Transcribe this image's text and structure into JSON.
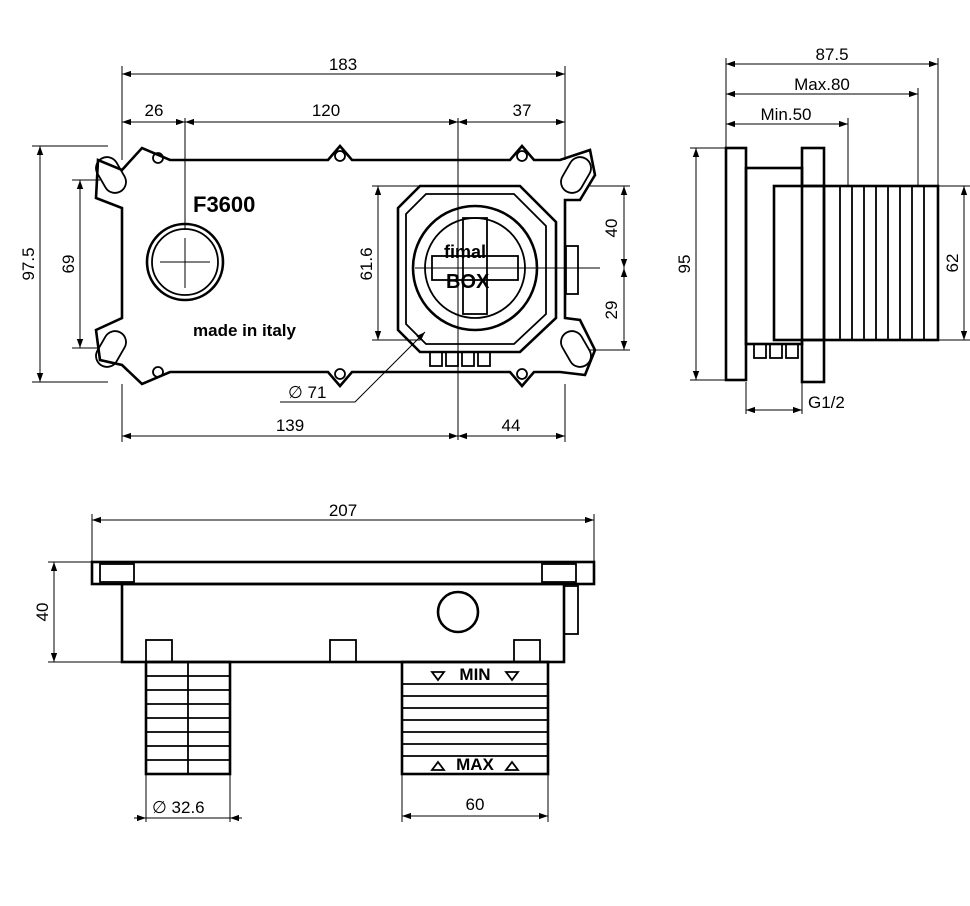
{
  "model": "F3600",
  "made_in": "made in italy",
  "logo_text": [
    "fimal",
    "BOX"
  ],
  "front_view": {
    "overall_width": "183",
    "left_offset": "26",
    "center_distance": "120",
    "right_offset": "37",
    "overall_height": "97.5",
    "fixing_height": "69",
    "box_height": "61.6",
    "upper_to_center": "40",
    "lower_to_center": "29",
    "outlet_diameter": "∅ 71",
    "left_to_center": "139",
    "center_to_right": "44"
  },
  "side_view": {
    "overall_depth": "87.5",
    "max_depth": "Max.80",
    "min_depth": "Min.50",
    "height": "95",
    "box_height": "62",
    "thread": "G1/2"
  },
  "top_view": {
    "overall_width": "207",
    "depth": "40",
    "pipe_diameter": "∅ 32.6",
    "box_width": "60",
    "min_label": "MIN",
    "max_label": "MAX"
  }
}
